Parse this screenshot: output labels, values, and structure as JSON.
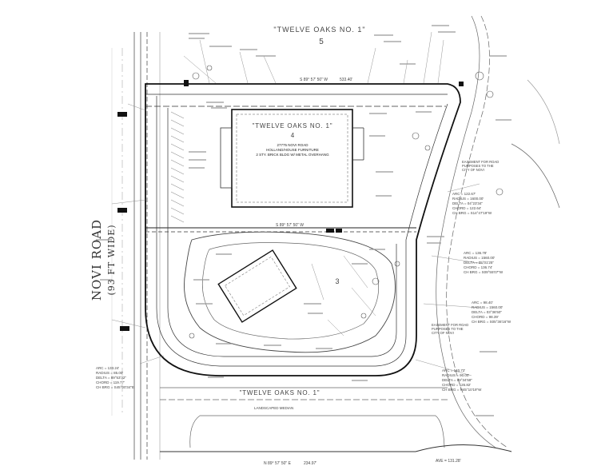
{
  "labels": {
    "subdivision_top": "\"TWELVE OAKS NO. 1\"",
    "lot_top": "5",
    "subdivision_mid": "\"TWELVE OAKS NO. 1\"",
    "lot_mid": "4",
    "lot_lower": "3",
    "subdivision_bottom": "\"TWELVE OAKS NO. 1\"",
    "building_line1": "27775 NOVI ROAD",
    "building_line2": "HOLLAND/HOUSE FURNITURE",
    "building_line3": "2 STY. BRICK BLDG W/ METAL OVERHANG",
    "road_name": "NOVI ROAD",
    "road_width": "(93 FT WIDE)",
    "north_line_bearing": "S 89° 57' 50\" W",
    "north_line_dist": "533.40'",
    "mid_line_bearing": "S 89° 57' 50\" W",
    "bottom_line_bearing": "N 89° 57' 50\" E",
    "bottom_line_dist": "234.97'",
    "bottom_right_dist": "AVE = 131.28'",
    "landscaped_median": "LANDSCAPED MEDIAN"
  },
  "curve_tables": {
    "upper_right": [
      "ARC = 122.67'",
      "RADIUS = 1600.00'",
      "DELTA = 04°23'34\"",
      "CHORD = 122.64'",
      "CH BRG = S14°47'19\"W"
    ],
    "mid_right": [
      "ARC = 136.78'",
      "RADIUS = 1560.00'",
      "DELTA = 05°01'25\"",
      "CHORD = 136.74'",
      "CH BRG = S09°55'07\"W"
    ],
    "lower_right": [
      "ARC = 98.40'",
      "RADIUS = 1560.00'",
      "DELTA = 03°36'50\"",
      "CHORD = 98.39'",
      "CH BRG = S05°36'16\"W"
    ],
    "bottom_right": [
      "ARC = 140.72'",
      "RADIUS = 90.00'",
      "DELTA = 89°34'58\"",
      "CHORD = 126.82'",
      "CH BRG = N45°10'19\"W"
    ],
    "bottom_left": [
      "ARC = 133.24'",
      "RADIUS = 85.00'",
      "DELTA = 89°53'32\"",
      "CHORD = 119.77'",
      "CH BRG = S45°00'34\"E"
    ]
  },
  "easement_notes": {
    "right_upper": [
      "EASEMENT FOR ROAD",
      "PURPOSES TO THE",
      "CITY OF NOVI"
    ],
    "right_lower": [
      "EASEMENT FOR ROAD",
      "PURPOSES TO THE",
      "CITY OF NOVI"
    ]
  }
}
